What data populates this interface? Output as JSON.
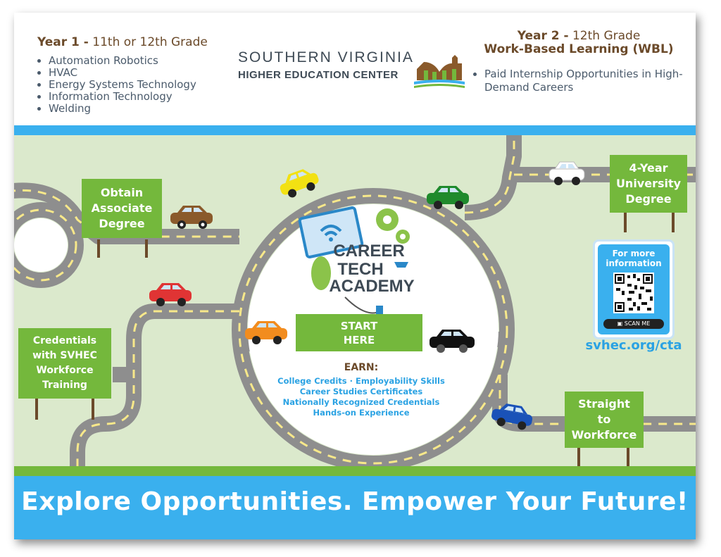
{
  "year1": {
    "label": "Year 1 -",
    "sub": "11th or 12th Grade",
    "items": [
      "Automation Robotics",
      "HVAC",
      "Energy Systems Technology",
      "Information Technology",
      "Welding"
    ]
  },
  "logo": {
    "line1": "SOUTHERN VIRGINIA",
    "line2": "HIGHER EDUCATION CENTER"
  },
  "year2": {
    "label": "Year 2 -",
    "sub": "12th Grade",
    "title2": "Work-Based Learning (WBL)",
    "items": [
      "Paid Internship Opportunities in High-Demand Careers"
    ]
  },
  "signs": {
    "associate": "Obtain\nAssociate\nDegree",
    "university": "4-Year\nUniversity\nDegree",
    "credentials": "Credentials\nwith SVHEC\nWorkforce\nTraining",
    "workforce": "Straight\nto\nWorkforce",
    "start": "START\nHERE"
  },
  "academy": {
    "line1": "CAREER",
    "line2": "TECH",
    "line3": "ACADEMY"
  },
  "earn": {
    "heading": "EARN:",
    "lines": [
      "College Credits · Employability Skills",
      "Career Studies Certificates",
      "Nationally Recognized Credentials",
      "Hands-on Experience"
    ]
  },
  "qr": {
    "label": "For more\ninformation",
    "scan": "SCAN ME"
  },
  "url": "svhec.org/cta",
  "slogan": "Explore Opportunities. Empower Your Future!",
  "colors": {
    "green": "#74b83c",
    "blue": "#3ab0ee",
    "road": "#8e8e8e",
    "brown": "#6b4a2a"
  }
}
